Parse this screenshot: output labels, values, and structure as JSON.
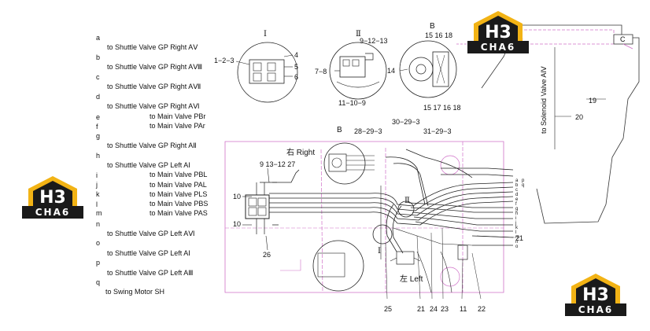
{
  "legend": [
    {
      "letter": "a",
      "text": "to Shuttle Valve GP Right AⅤ"
    },
    {
      "letter": "b",
      "text": "to Shuttle Valve GP Right AⅧ"
    },
    {
      "letter": "c",
      "text": "to Shuttle Valve GP Right AⅦ"
    },
    {
      "letter": "d",
      "text": "to Shuttle Valve GP Right AⅥ"
    },
    {
      "letter": "e",
      "text": "to Main Valve PBr"
    },
    {
      "letter": "f",
      "text": "to Main Valve PAr"
    },
    {
      "letter": "g",
      "text": "to Shuttle Valve GP Right AⅡ"
    },
    {
      "letter": "h",
      "text": "to Shuttle Valve GP Left AⅠ"
    },
    {
      "letter": "i",
      "text": "to Main Valve PBL"
    },
    {
      "letter": "j",
      "text": "to Main Valve PAL"
    },
    {
      "letter": "k",
      "text": "to Main Valve PLS"
    },
    {
      "letter": "l",
      "text": "to Main Valve PBS"
    },
    {
      "letter": "m",
      "text": "to Main Valve PAS"
    },
    {
      "letter": "n",
      "text": ""
    },
    {
      "letter": "o",
      "text": "to Shuttle Valve GP Left AⅥ"
    },
    {
      "letter": "p",
      "text": "to Shuttle Valve GP Left AⅠ"
    },
    {
      "letter": "q",
      "text": "to Shuttle Valve GP Left AⅢ"
    },
    {
      "letter": "",
      "text": "to Swing Motor SH"
    }
  ],
  "views": {
    "view1_label": "Ⅰ",
    "view1_left": "1−2−3",
    "view1_r4": "4",
    "view1_r5": "5",
    "view1_r6": "6",
    "view2_label": "Ⅱ",
    "view2_top": "9−12−13",
    "view2_left": "7−8",
    "view2_bottom": "11−10−9",
    "viewB_label": "B",
    "viewB_top": "15 16 18",
    "viewB_left": "14",
    "viewB_bottom": "15 17 16 18"
  },
  "main": {
    "right_label": "右 Right",
    "left_label": "左 Left",
    "b_label": "B",
    "c_label": "C",
    "n_28_29_3": "28−29−3",
    "n_30_29_3": "30−29−3",
    "n_31_29_3": "31−29−3",
    "n_9_13_12_27": "9 13−12 27",
    "n_10a": "10",
    "n_10b": "10",
    "n_26": "26",
    "roman_I": "Ⅰ",
    "roman_II": "Ⅱ",
    "n_25": "25",
    "n_21a": "21",
    "n_24": "24",
    "n_23": "23",
    "n_11": "11",
    "n_22": "22",
    "n_21b": "21",
    "n_19": "19",
    "n_20": "20",
    "solenoid": "to Solenoid Valve AⅣ",
    "port_letters": [
      "a",
      "b",
      "c",
      "d",
      "e",
      "f",
      "g",
      "h",
      "i",
      "j",
      "k",
      "l",
      "m",
      "n",
      "o",
      "p",
      "q"
    ]
  },
  "watermark": {
    "emblem": "H3",
    "brand": "CHA6"
  },
  "colors": {
    "pink": "#d070c8",
    "line": "#222222",
    "dark": "#1a1a1a",
    "gold": "#f2b315"
  }
}
